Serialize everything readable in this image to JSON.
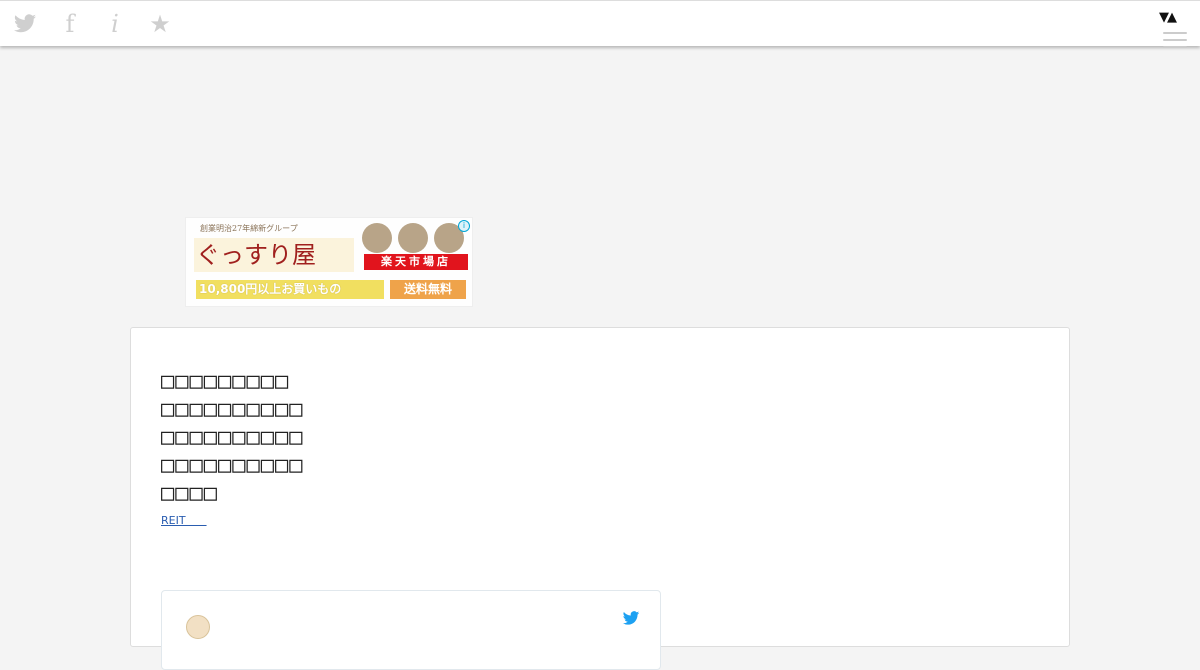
{
  "topbar": {
    "icons": [
      "twitter-icon",
      "facebook-icon",
      "info-icon",
      "star-icon"
    ],
    "menu_toggle": "▼▲"
  },
  "ad": {
    "lettering": [
      "創業明治27年綿新グループ",
      "ぐっすり屋",
      "楽天市場店",
      "10,800円以上お買いもの",
      "送料無料"
    ],
    "info": "i"
  },
  "article": {
    "title_lines": [
      "□□□□□□□□□",
      "□□□□□□□□□□",
      "□□□□□□□□□□",
      "□□□□□□□□□□",
      "□□□□"
    ],
    "tag_link": "REIT      "
  },
  "colors": {
    "twitter": "#1da1f2",
    "link": "#2a5db0"
  }
}
